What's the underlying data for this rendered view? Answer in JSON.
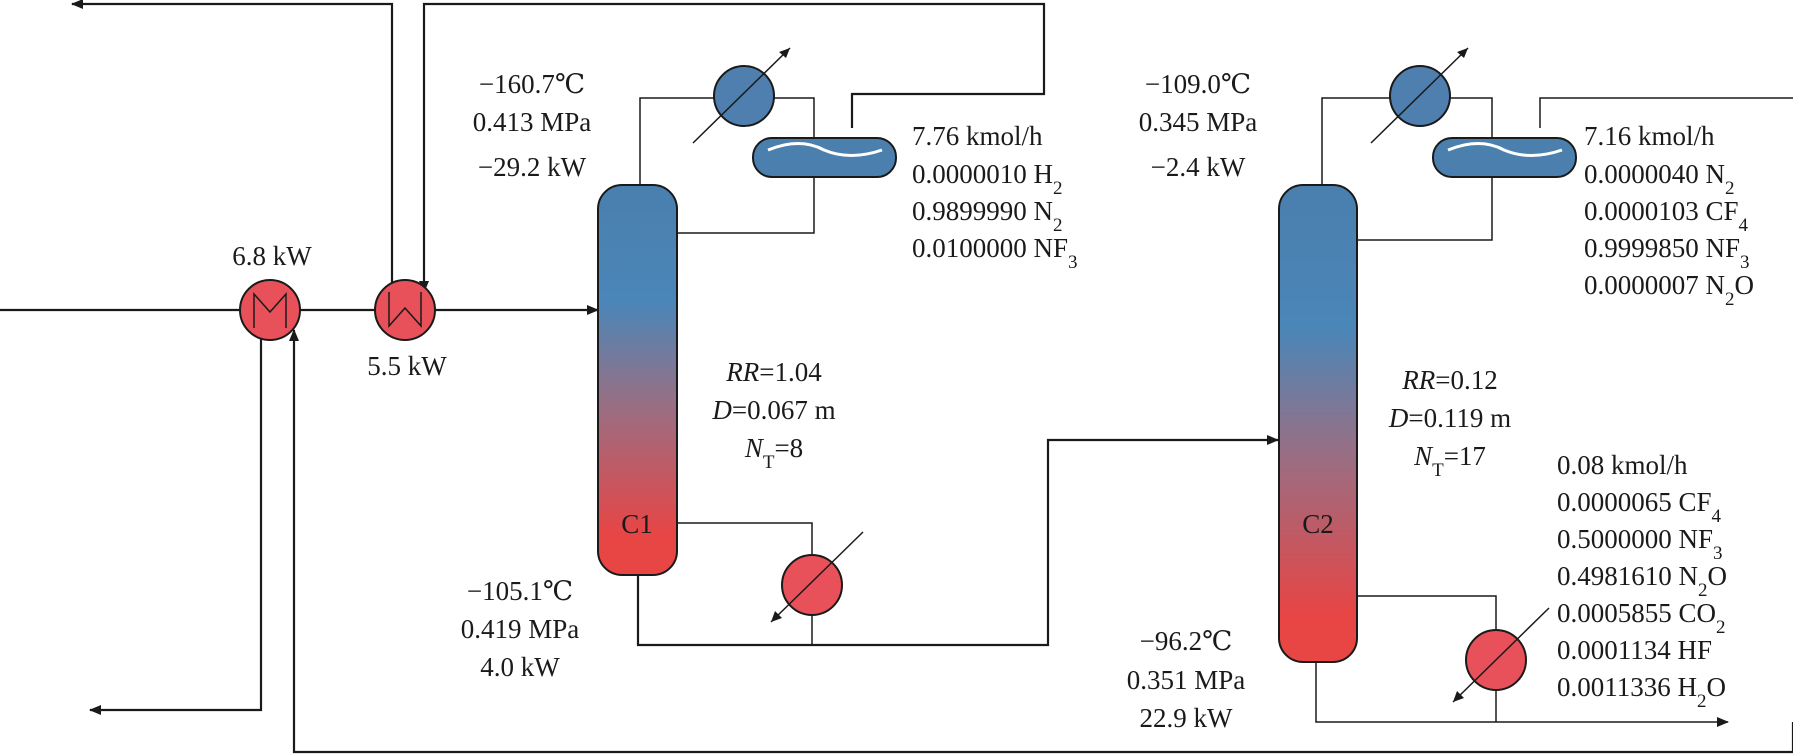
{
  "heaters": {
    "h1": {
      "duty": "6.8 kW"
    },
    "h2": {
      "duty": "5.5 kW"
    }
  },
  "column1": {
    "label": "C1",
    "top": {
      "temperature": "−160.7℃",
      "pressure": "0.413 MPa",
      "duty": "−29.2 kW"
    },
    "bottom": {
      "temperature": "−105.1℃",
      "pressure": "0.419 MPa",
      "duty": "4.0 kW"
    },
    "params": {
      "rr_var": "RR",
      "rr_val": "=1.04",
      "d_var": "D",
      "d_val": "=0.067 m",
      "nt_var": "N",
      "nt_sub": "T",
      "nt_val": "=8"
    },
    "distillate": {
      "flow": "7.76 kmol/h",
      "components": [
        {
          "value": "0.0000010",
          "species": "H",
          "sub": "2",
          "tail": ""
        },
        {
          "value": "0.9899990",
          "species": "N",
          "sub": "2",
          "tail": ""
        },
        {
          "value": "0.0100000",
          "species": "NF",
          "sub": "3",
          "tail": ""
        }
      ]
    }
  },
  "column2": {
    "label": "C2",
    "top": {
      "temperature": "−109.0℃",
      "pressure": "0.345 MPa",
      "duty": "−2.4 kW"
    },
    "bottom": {
      "temperature": "−96.2℃",
      "pressure": "0.351 MPa",
      "duty": "22.9 kW"
    },
    "params": {
      "rr_var": "RR",
      "rr_val": "=0.12",
      "d_var": "D",
      "d_val": "=0.119 m",
      "nt_var": "N",
      "nt_sub": "T",
      "nt_val": "=17"
    },
    "distillate": {
      "flow": "7.16 kmol/h",
      "components": [
        {
          "value": "0.0000040",
          "species": "N",
          "sub": "2",
          "tail": ""
        },
        {
          "value": "0.0000103",
          "species": "CF",
          "sub": "4",
          "tail": ""
        },
        {
          "value": "0.9999850",
          "species": "NF",
          "sub": "3",
          "tail": ""
        },
        {
          "value": "0.0000007",
          "species": "N",
          "sub": "2",
          "tail": "O"
        }
      ]
    },
    "bottoms": {
      "flow": "0.08 kmol/h",
      "components": [
        {
          "value": "0.0000065",
          "species": "CF",
          "sub": "4",
          "tail": ""
        },
        {
          "value": "0.5000000",
          "species": "NF",
          "sub": "3",
          "tail": ""
        },
        {
          "value": "0.4981610",
          "species": "N",
          "sub": "2",
          "tail": "O"
        },
        {
          "value": "0.0005855",
          "species": "CO",
          "sub": "2",
          "tail": ""
        },
        {
          "value": "0.0001134",
          "species": "HF",
          "sub": "",
          "tail": ""
        },
        {
          "value": "0.0011336",
          "species": "H",
          "sub": "2",
          "tail": "O"
        }
      ]
    }
  },
  "colors": {
    "column_top": "#4a7fae",
    "column_bottom": "#e84545",
    "condenser": "#4f7fae",
    "reboiler": "#e8505a",
    "heater": "#e8505a",
    "drum": "#4a7fae"
  }
}
